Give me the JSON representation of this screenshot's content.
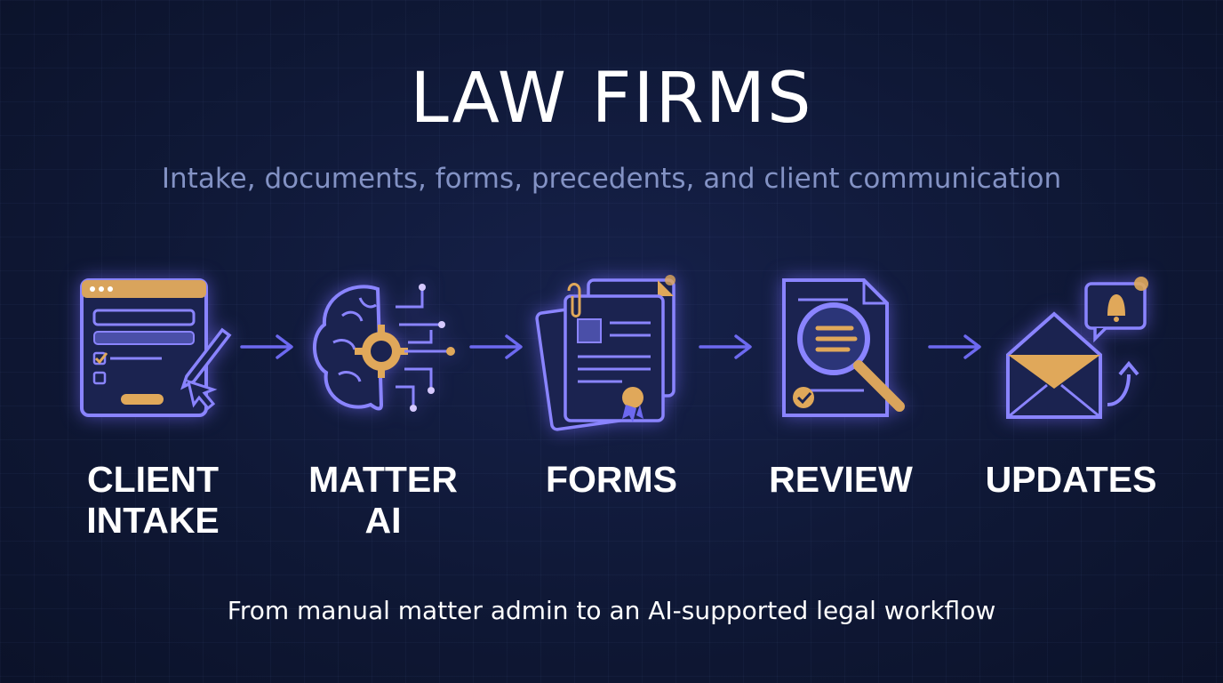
{
  "header": {
    "title": "LAW FIRMS",
    "subtitle": "Intake, documents, forms, precedents, and client communication"
  },
  "steps": [
    {
      "icon": "intake-form-icon",
      "line1": "CLIENT",
      "line2": "INTAKE"
    },
    {
      "icon": "brain-gear-icon",
      "line1": "MATTER",
      "line2": "AI"
    },
    {
      "icon": "documents-stack-icon",
      "line1": "FORMS",
      "line2": ""
    },
    {
      "icon": "document-magnifier-icon",
      "line1": "REVIEW",
      "line2": ""
    },
    {
      "icon": "envelope-bell-icon",
      "line1": "UPDATES",
      "line2": ""
    }
  ],
  "footer": {
    "tagline": "From manual matter admin to an AI-supported legal workflow"
  },
  "colors": {
    "background": "#0f1836",
    "accent_purple": "#7b74ff",
    "accent_gold": "#e0a85a",
    "text": "#ffffff",
    "subtitle": "#8392c4"
  }
}
